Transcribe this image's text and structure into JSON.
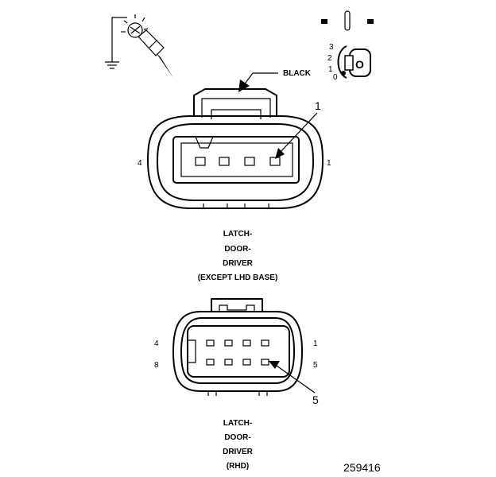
{
  "top_connector": {
    "color_label": "BLACK",
    "callout": "1",
    "pin_left": "4",
    "pin_right": "1",
    "caption": [
      "LATCH-",
      "DOOR-",
      "DRIVER",
      "(EXCEPT LHD BASE)"
    ]
  },
  "bottom_connector": {
    "callout": "5",
    "pin_top_left": "4",
    "pin_bottom_left": "8",
    "pin_top_right": "1",
    "pin_bottom_right": "5",
    "caption": [
      "LATCH-",
      "DOOR-",
      "DRIVER",
      "(RHD)"
    ]
  },
  "ignition_switch": {
    "positions": [
      "3",
      "2",
      "1",
      "0"
    ],
    "key_label": "O"
  },
  "figure_number": "259416",
  "icons": [
    "test-light-probe-icon",
    "ground-symbol-icon",
    "ignition-switch-icon",
    "ignition-key-icon"
  ]
}
